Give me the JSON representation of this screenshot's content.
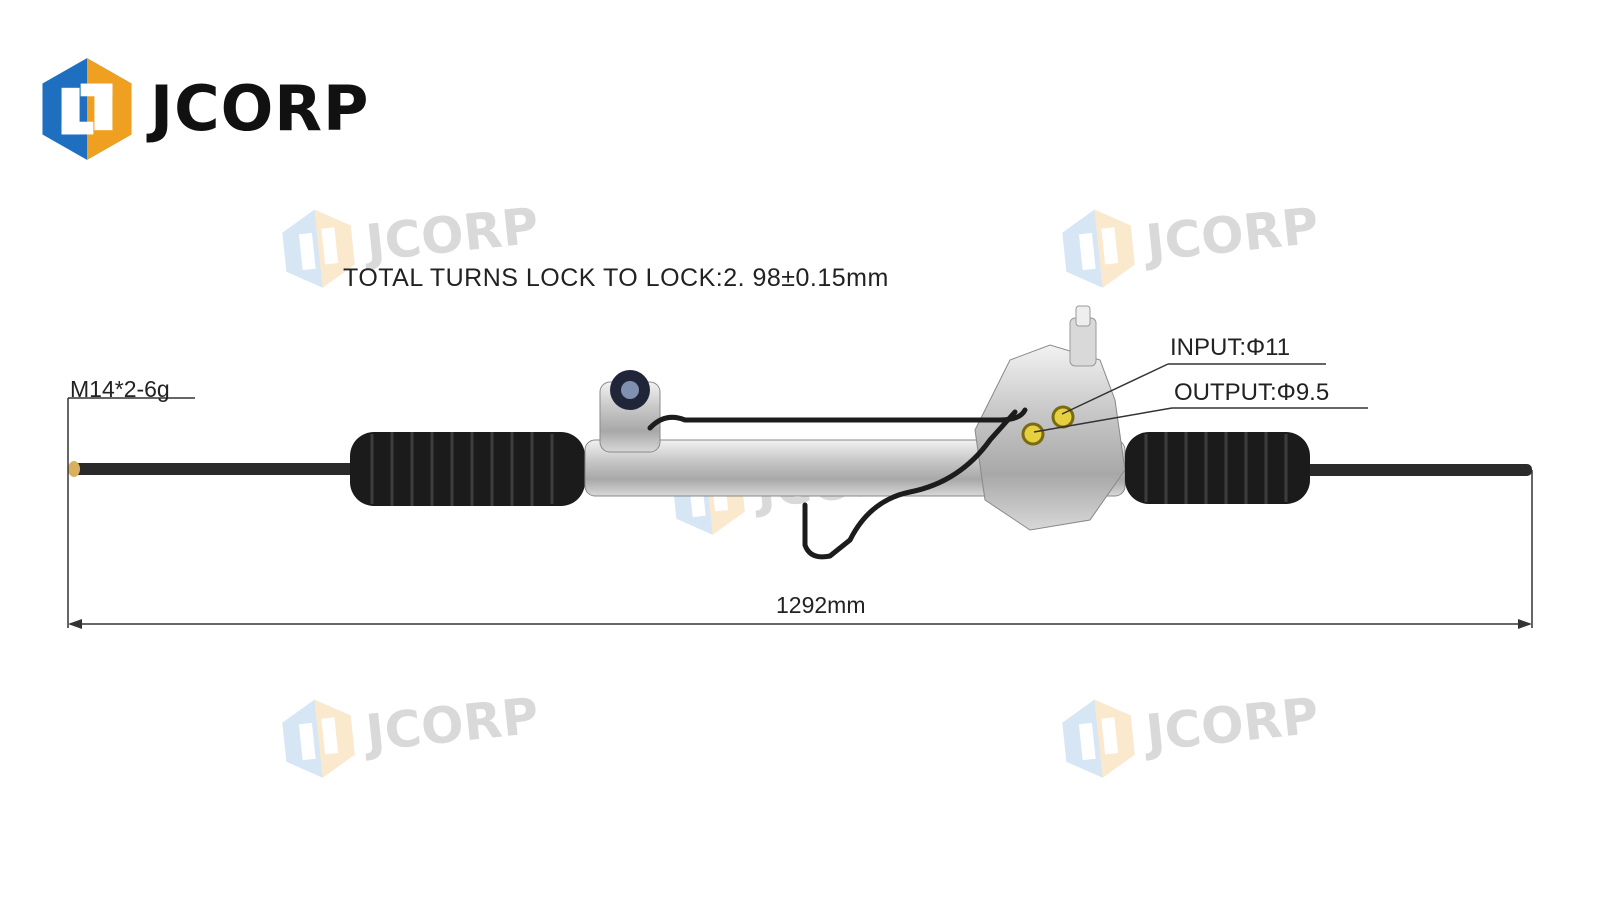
{
  "brand": {
    "name": "JCORP",
    "colors": {
      "blue": "#1f6fc0",
      "orange": "#f0a020",
      "text": "#111111"
    }
  },
  "diagram": {
    "title_note": "TOTAL TURNS LOCK TO LOCK:2. 98±0.15mm",
    "thread_spec": "M14*2-6g",
    "input_port": "INPUT:Φ11",
    "output_port": "OUTPUT:Φ9.5",
    "overall_length": "1292mm"
  },
  "watermark": {
    "text": "JCORP"
  }
}
